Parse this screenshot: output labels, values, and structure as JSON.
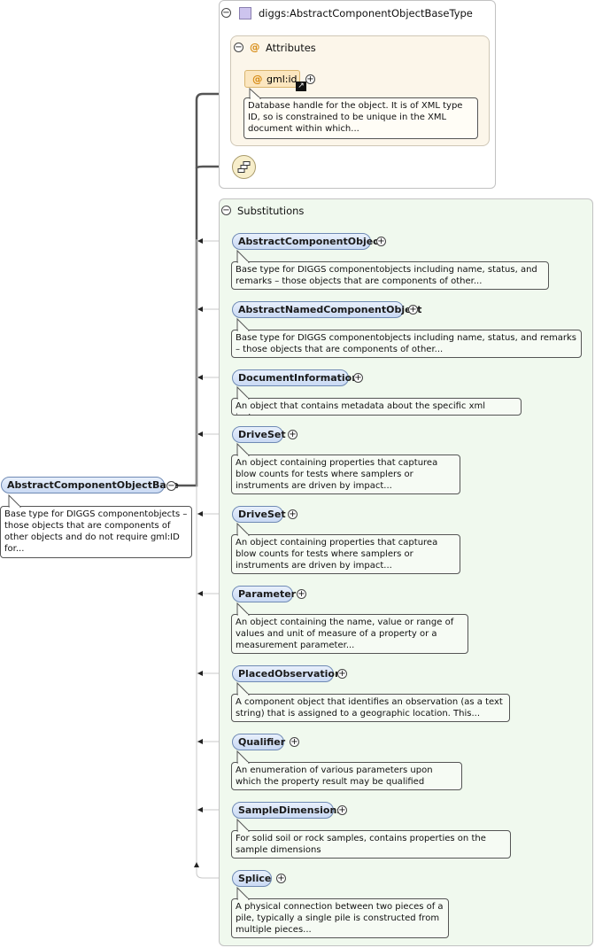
{
  "root": {
    "label": "AbstractComponentObjectBase",
    "description": "Base type for DIGGS componentobjects – those objects that are components of other objects and do not require gml:ID for...",
    "toggle": "−"
  },
  "type_panel": {
    "title": "diggs:AbstractComponentObjectBaseType",
    "toggle": "−",
    "attributes": {
      "title": "Attributes",
      "toggle": "−",
      "at_symbol": "@",
      "items": [
        {
          "label": "gml:id",
          "at_symbol": "@",
          "expand": "+",
          "description": "Database handle for the object. It is of XML type ID, so is constrained to be unique in the XML document within which..."
        }
      ]
    },
    "sequence_icon": "sequence-icon"
  },
  "substitutions": {
    "title": "Substitutions",
    "toggle": "−",
    "items": [
      {
        "label": "AbstractComponentObject",
        "expand": "+",
        "description": "Base type for DIGGS componentobjects including name, status, and remarks – those objects that are components of other..."
      },
      {
        "label": "AbstractNamedComponentObject",
        "expand": "+",
        "description": "Base type for DIGGS componentobjects including name, status, and remarks – those objects that are components of other..."
      },
      {
        "label": "DocumentInformation",
        "expand": "+",
        "description": "An object that contains metadata about the specific xml instance."
      },
      {
        "label": "DriveSet",
        "expand": "+",
        "description": "An object containing properties that capturea blow counts for tests where samplers or instruments are driven by impact..."
      },
      {
        "label": "DriveSet",
        "expand": "+",
        "description": "An object containing properties that capturea blow counts for tests where samplers or instruments are driven by impact..."
      },
      {
        "label": "Parameter",
        "expand": "+",
        "description": "An object containing the name, value or range of values and unit of measure of a property or a measurement parameter..."
      },
      {
        "label": "PlacedObservation",
        "expand": "+",
        "description": "A component object that identifies an observation (as a text string) that is assigned to a geographic location. This..."
      },
      {
        "label": "Qualifier",
        "expand": "+",
        "description": "An enumeration of various parameters upon which the property result may be qualified"
      },
      {
        "label": "SampleDimensions",
        "expand": "+",
        "description": "For solid soil or rock samples, contains properties on the sample dimensions"
      },
      {
        "label": "Splice",
        "expand": "+",
        "description": "A physical connection between two pieces of a pile, typically a single pile is constructed from multiple pieces..."
      }
    ]
  },
  "colors": {
    "substitution_node": "#c9d9f3",
    "attribute_node": "#fbe6bf",
    "substitutions_panel": "#f0f9ee",
    "attributes_panel": "#fcf6ea",
    "type_icon": "#cdc4ee"
  }
}
